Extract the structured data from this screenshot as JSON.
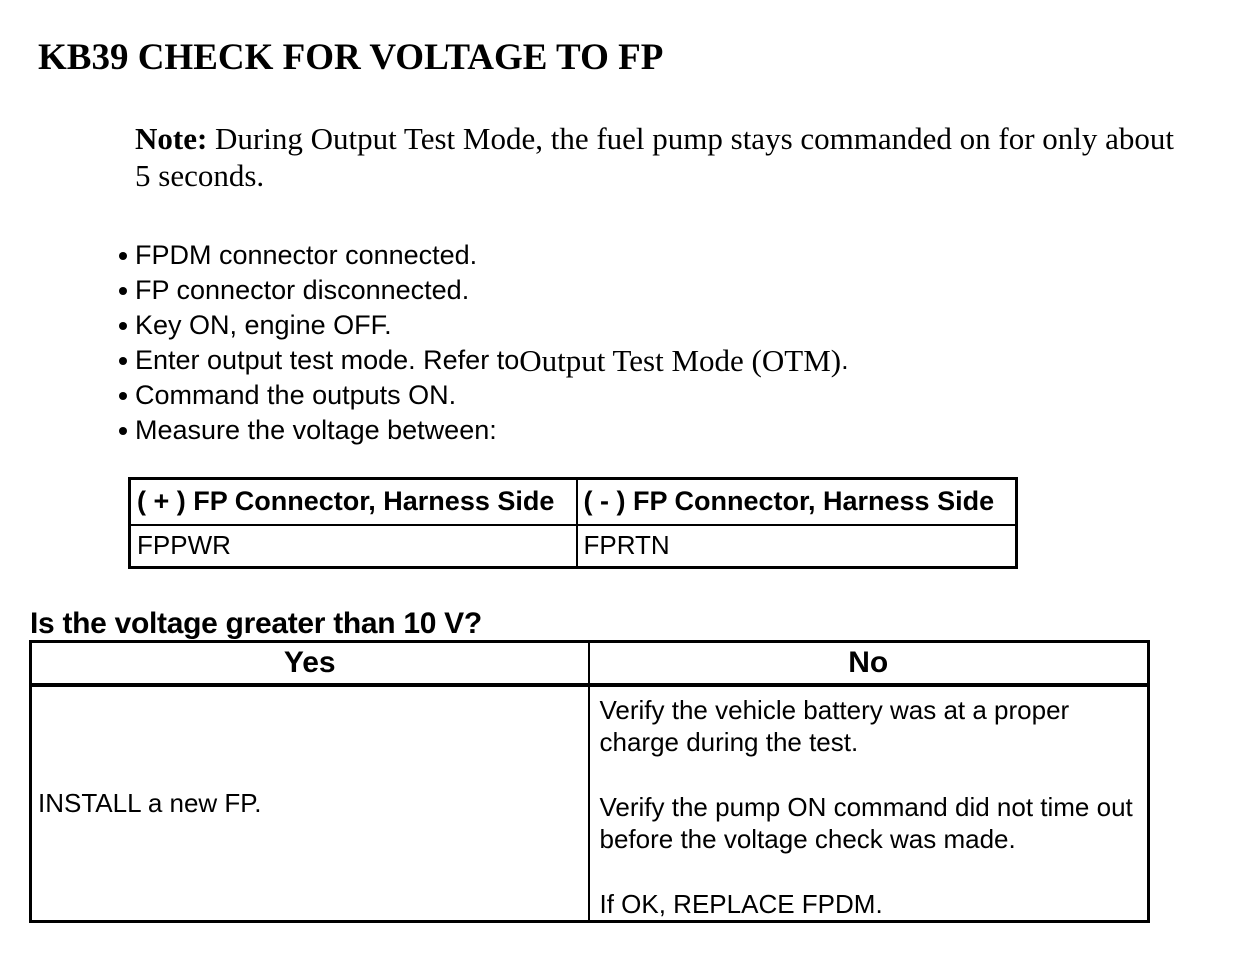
{
  "document": {
    "title": "KB39 CHECK FOR VOLTAGE TO FP",
    "note": {
      "label": "Note:",
      "text": "During Output Test Mode, the fuel pump stays commanded on for only about 5 seconds."
    },
    "bullets": [
      {
        "text": "FPDM connector connected."
      },
      {
        "text": "FP connector disconnected."
      },
      {
        "text": "Key ON, engine OFF."
      },
      {
        "pre": "Enter output test mode. Refer to",
        "link": "Output Test Mode (OTM)",
        "post": "."
      },
      {
        "text": "Command the outputs ON."
      },
      {
        "text": "Measure the voltage between:"
      }
    ],
    "measurement_table": {
      "positive_header": "( + ) FP Connector, Harness Side",
      "negative_header": "( - ) FP Connector, Harness Side",
      "positive_pin": "FPPWR",
      "negative_pin": "FPRTN"
    },
    "question": "Is the voltage greater than 10 V?",
    "decision_table": {
      "yes_header": "Yes",
      "no_header": "No",
      "yes_action": "INSTALL a new FP.",
      "no_actions": [
        "Verify the vehicle battery was at a proper charge during the test.",
        "Verify the pump ON command did not time out before the voltage check was made.",
        "If OK, REPLACE FPDM."
      ]
    },
    "colors": {
      "text": "#000000",
      "background": "#ffffff",
      "border": "#000000"
    }
  }
}
